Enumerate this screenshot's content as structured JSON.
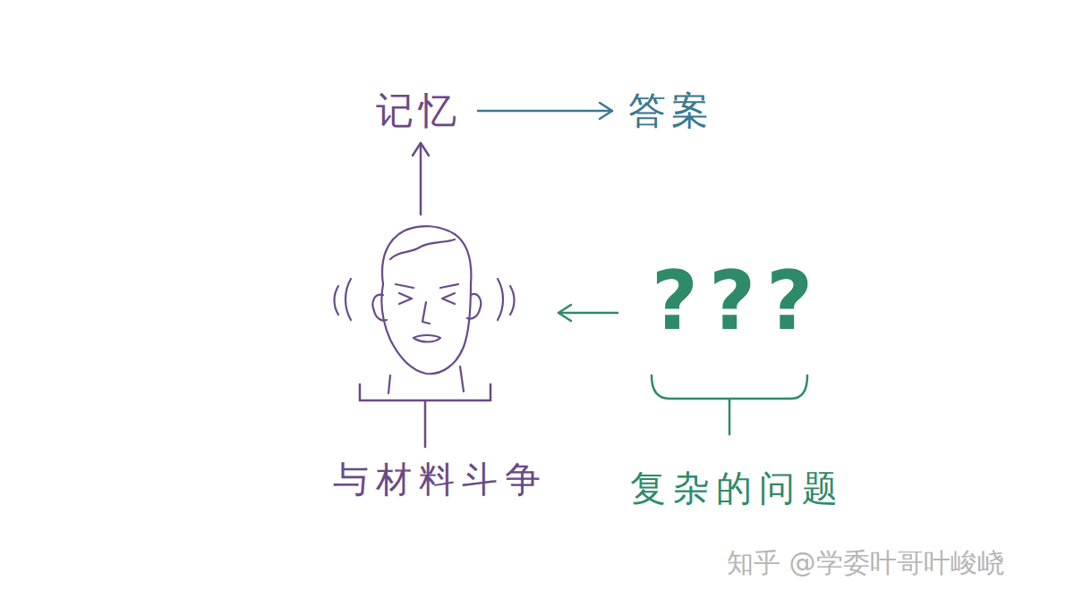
{
  "diagram": {
    "nodes": [
      {
        "text": [
          "记忆"
        ]
      },
      {
        "text": [
          "答案"
        ]
      },
      {
        "text": [
          "与材料斗争"
        ]
      },
      {
        "text": [
          "???",
          "复杂的问题"
        ]
      }
    ],
    "edges": [
      {
        "from": 0,
        "to": 1,
        "arrow": "to"
      },
      {
        "from": 2,
        "to": 0,
        "arrow": "to"
      },
      {
        "from": 3,
        "to": 2,
        "arrow": "to"
      }
    ],
    "labels": [
      "知乎 @学委叶哥叶峻峣"
    ]
  }
}
